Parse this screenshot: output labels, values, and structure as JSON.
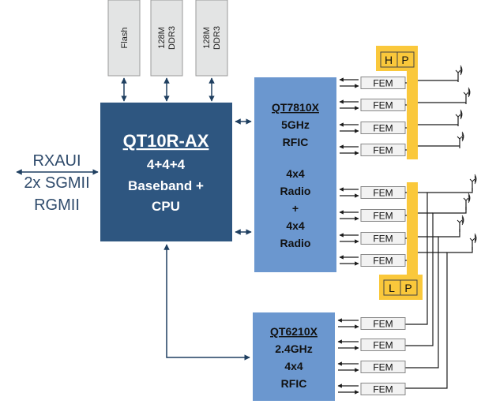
{
  "colors": {
    "main_chip": "#2e5680",
    "rfic_chip": "#6b97cf",
    "memory": "#e3e4e4",
    "fem": "#f2f2f2",
    "filter": "#fac83b",
    "line": "#1f3f60",
    "wire": "#1a1a1a"
  },
  "interfaces": {
    "line1": "RXAUI",
    "line2": "2x SGMII",
    "line3": "RGMII"
  },
  "memory": [
    {
      "label1": "Flash",
      "label2": ""
    },
    {
      "label1": "128M",
      "label2": "DDR3"
    },
    {
      "label1": "128M",
      "label2": "DDR3"
    }
  ],
  "main_chip": {
    "title": "QT10R-AX",
    "line1": "4+4+4",
    "line2": "Baseband +",
    "line3": "CPU"
  },
  "rfic_5g": {
    "title": "QT7810X",
    "line1": "5GHz",
    "line2": "RFIC",
    "line3": "4x4",
    "line4": "Radio",
    "line5": "+",
    "line6": "4x4",
    "line7": "Radio"
  },
  "rfic_24g": {
    "title": "QT6210X",
    "line1": "2.4GHz",
    "line2": "4x4",
    "line3": "RFIC"
  },
  "fem_label": "FEM",
  "filter_high": {
    "a": "H",
    "b": "P"
  },
  "filter_low": {
    "a": "L",
    "b": "P"
  },
  "antenna_icon": "antenna-icon"
}
